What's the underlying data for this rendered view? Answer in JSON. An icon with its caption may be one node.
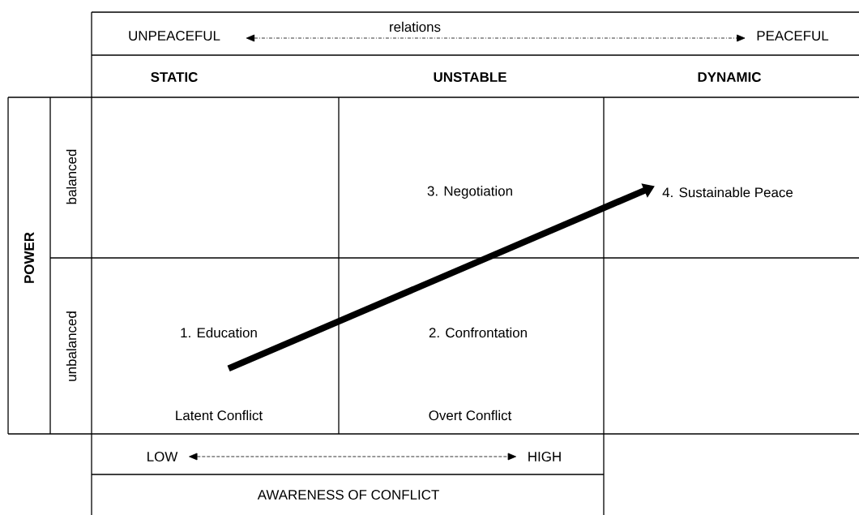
{
  "diagram": {
    "nodes": [
      {
        "text": [
          "UNPEACEFUL"
        ]
      },
      {
        "text": [
          "PEACEFUL"
        ]
      },
      {
        "text": [
          "STATIC"
        ]
      },
      {
        "text": [
          "UNSTABLE"
        ]
      },
      {
        "text": [
          "DYNAMIC"
        ]
      },
      {
        "text": [
          "POWER"
        ]
      },
      {
        "text": [
          "balanced"
        ]
      },
      {
        "text": [
          "unbalanced"
        ]
      },
      {
        "text": [
          "3. Negotiation"
        ]
      },
      {
        "text": [
          "4. Sustainable Peace"
        ]
      },
      {
        "text": [
          "1. Education"
        ]
      },
      {
        "text": [
          "2. Confrontation"
        ]
      },
      {
        "text": [
          "Latent Conflict"
        ]
      },
      {
        "text": [
          "Overt Conflict"
        ]
      },
      {
        "text": [
          "LOW"
        ]
      },
      {
        "text": [
          "HIGH"
        ]
      },
      {
        "text": [
          "AWARENESS OF CONFLICT"
        ]
      }
    ],
    "edges": [
      {
        "from": 0,
        "to": 1,
        "arrow": "both",
        "label": "relations",
        "style": "dashed"
      },
      {
        "from": 14,
        "to": 15,
        "arrow": "both",
        "style": "dashed"
      },
      {
        "from": 10,
        "to": 9,
        "arrow": "to",
        "style": "thick"
      }
    ]
  }
}
